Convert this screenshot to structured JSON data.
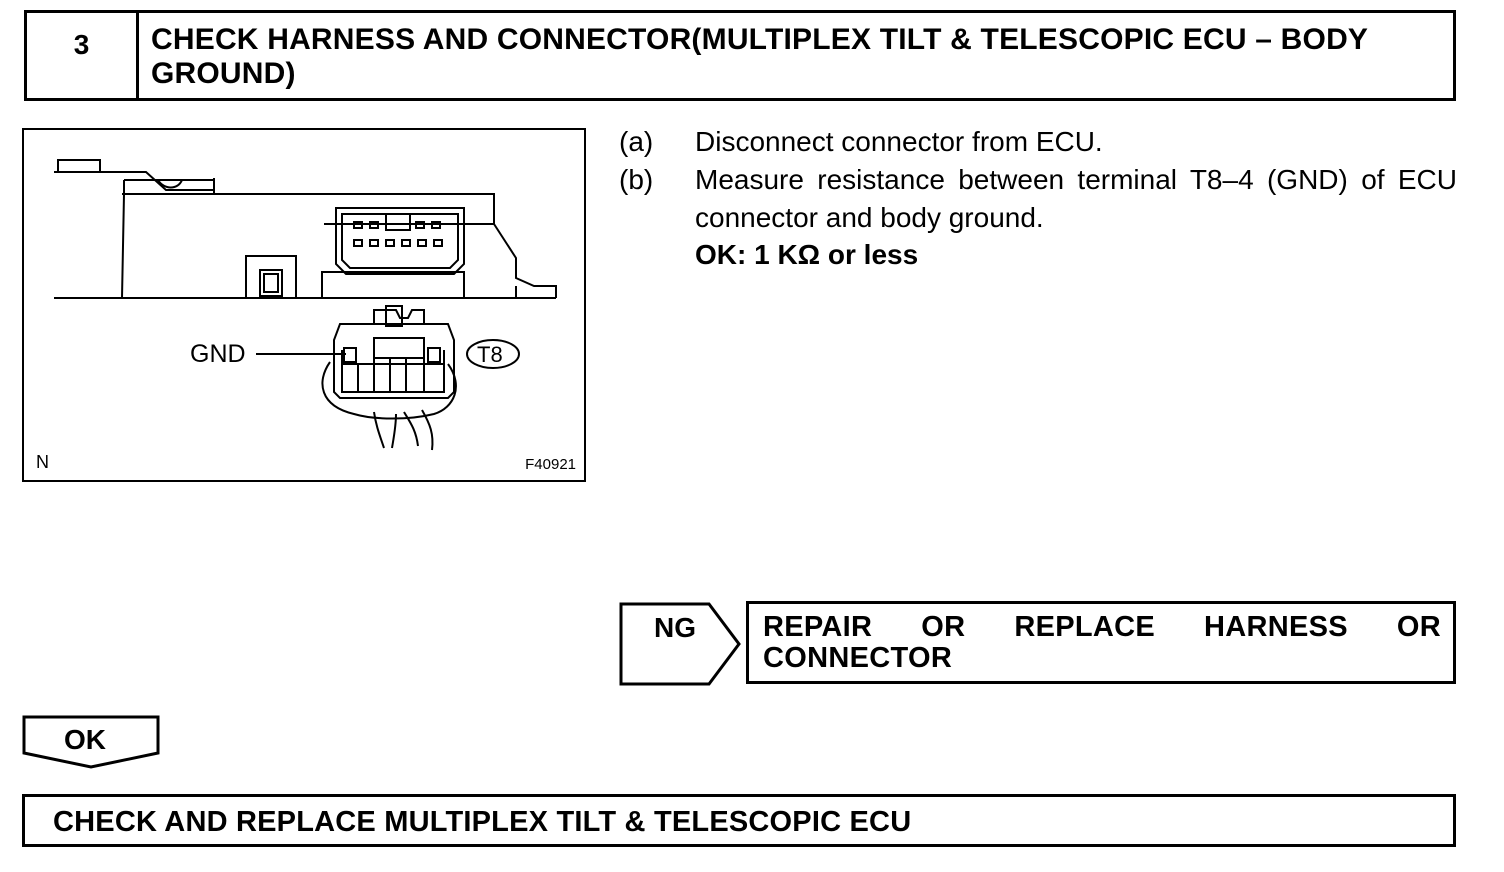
{
  "step": {
    "number": "3",
    "title": "CHECK HARNESS AND CONNECTOR(MULTIPLEX TILT & TELESCOPIC ECU – BODY GROUND)"
  },
  "figure": {
    "gnd_label": "GND",
    "connector_label": "T8",
    "corner_mark": "N",
    "figure_code": "F40921"
  },
  "instructions": [
    {
      "label": "(a)",
      "text": "Disconnect connector from ECU."
    },
    {
      "label": "(b)",
      "text": "Measure resistance between terminal T8–4 (GND) of ECU connector and body ground."
    }
  ],
  "ok_criterion": "OK: 1 KΩ or less",
  "ng_branch": {
    "label": "NG",
    "result": "REPAIR OR REPLACE HARNESS OR CONNECTOR"
  },
  "ok_branch": {
    "label": "OK",
    "result": "CHECK AND REPLACE MULTIPLEX TILT & TELESCOPIC ECU"
  }
}
